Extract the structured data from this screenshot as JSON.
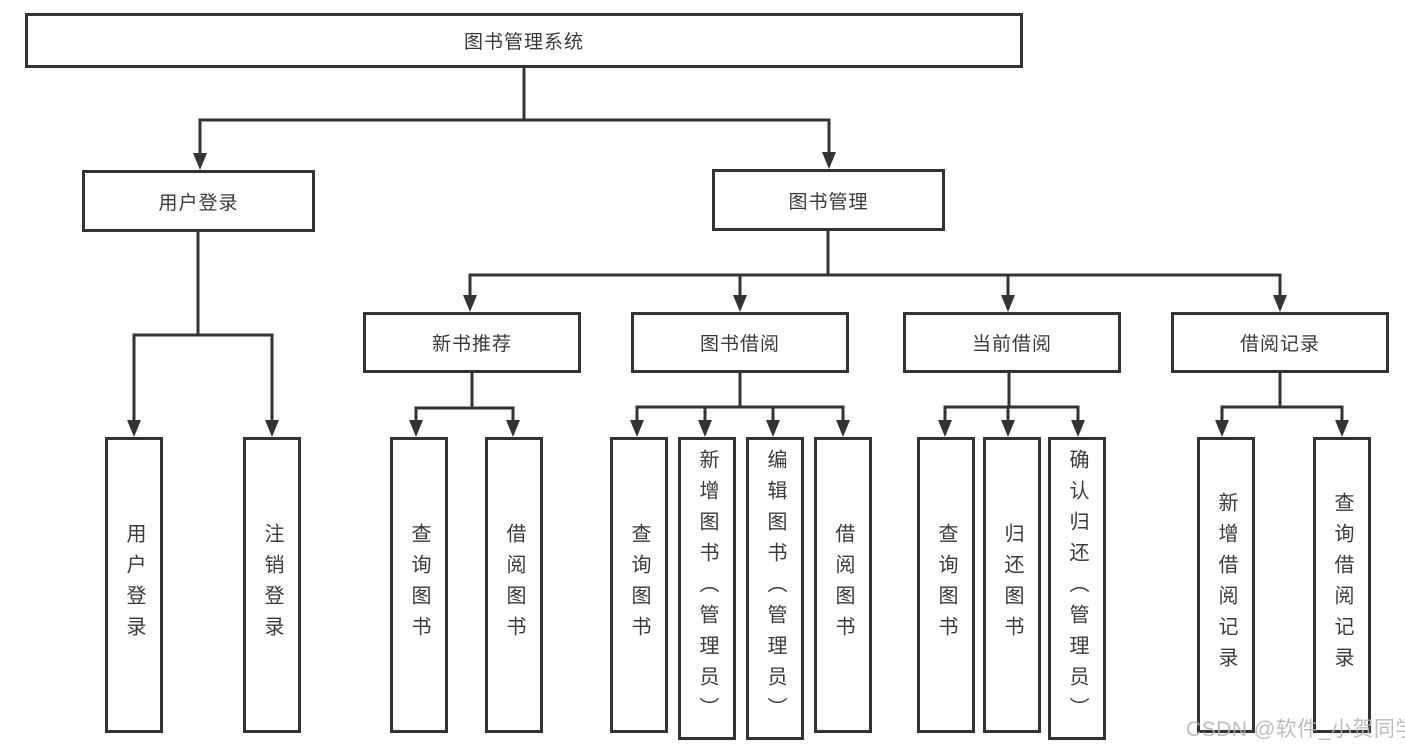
{
  "diagram": {
    "root": {
      "label": "图书管理系统"
    },
    "user_login": {
      "label": "用户登录",
      "children": [
        {
          "label": "用户登录"
        },
        {
          "label": "注销登录"
        }
      ]
    },
    "book_mgmt": {
      "label": "图书管理",
      "sections": [
        {
          "label": "新书推荐",
          "children": [
            {
              "label": "查询图书"
            },
            {
              "label": "借阅图书"
            }
          ]
        },
        {
          "label": "图书借阅",
          "children": [
            {
              "label": "查询图书"
            },
            {
              "label": "新增图书（管理员）"
            },
            {
              "label": "编辑图书（管理员）"
            },
            {
              "label": "借阅图书"
            }
          ]
        },
        {
          "label": "当前借阅",
          "children": [
            {
              "label": "查询图书"
            },
            {
              "label": "归还图书"
            },
            {
              "label": "确认归还（管理员）"
            }
          ]
        },
        {
          "label": "借阅记录",
          "children": [
            {
              "label": "新增借阅记录"
            },
            {
              "label": "查询借阅记录"
            }
          ]
        }
      ]
    }
  },
  "watermark": {
    "text": "CSDN @软件_小贺同学"
  },
  "colors": {
    "line": "#333333",
    "text": "#3a3a3a",
    "box_background": "#ffffff",
    "watermark": "#b3b3b3"
  }
}
